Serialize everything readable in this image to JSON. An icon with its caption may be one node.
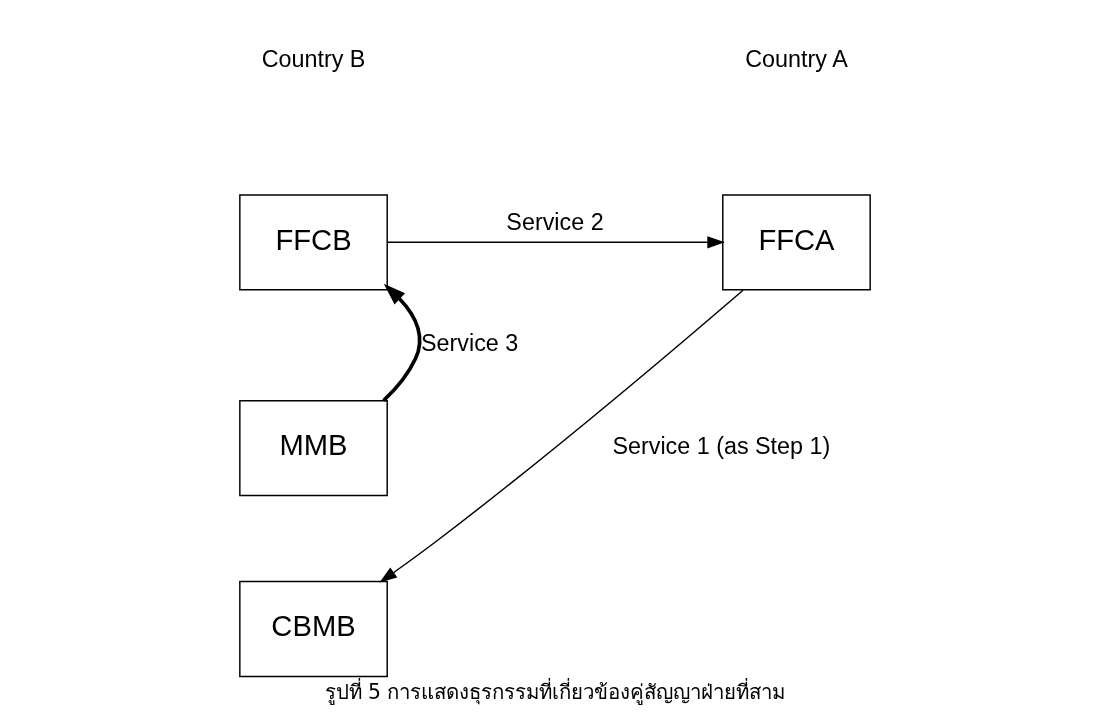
{
  "diagram": {
    "caption": "รูปที่ 5 การแสดงธุรกรรมที่เกี่ยวข้องคู่สัญญาฝ่ายที่สาม",
    "nodes": [
      {
        "text": [
          "FFCA"
        ]
      },
      {
        "text": [
          "FFCB"
        ]
      },
      {
        "text": [
          "MMB"
        ]
      },
      {
        "text": [
          "CBMB"
        ]
      }
    ],
    "edges": [
      {
        "from": 1,
        "to": 0,
        "arrow": "to",
        "label": "Service 2"
      },
      {
        "from": 0,
        "to": 3,
        "arrow": "to",
        "label": "Service 1 (as Step 1)"
      },
      {
        "from": 2,
        "to": 1,
        "arrow": "to",
        "label": "Service 3",
        "style": "thick"
      }
    ],
    "labels": [
      "Country A",
      "Country B"
    ]
  }
}
